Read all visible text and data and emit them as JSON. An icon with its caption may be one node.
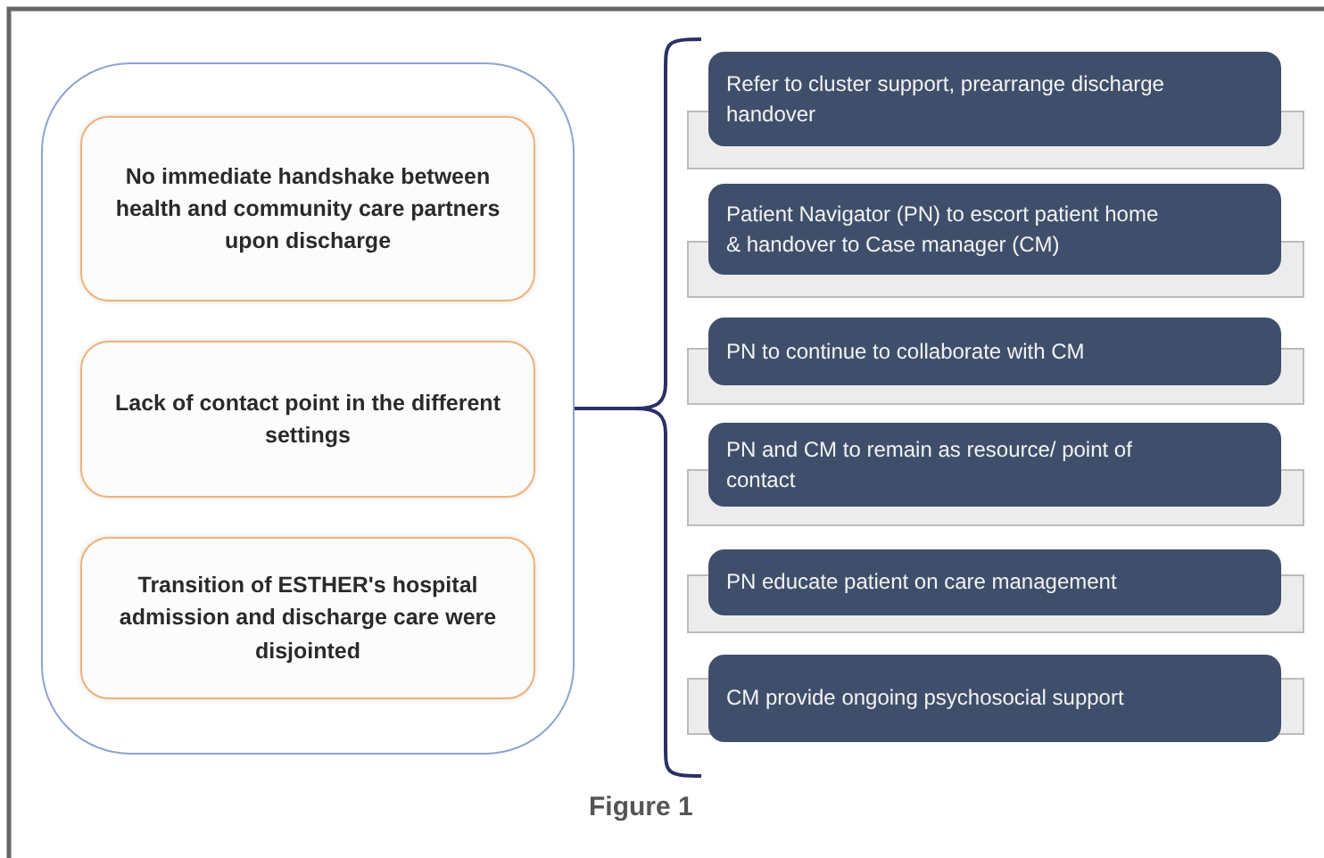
{
  "diagram": {
    "caption": "Figure 1",
    "nodes": [
      {
        "text": [],
        "shape": "box"
      },
      {
        "text": [
          "No immediate handshake between health and community care partners upon discharge"
        ],
        "in": 0
      },
      {
        "text": [
          "Lack of contact point in the different settings"
        ],
        "in": 0
      },
      {
        "text": [
          "Transition of ESTHER's hospital admission and discharge care were disjointed"
        ],
        "in": 0
      },
      {
        "text": [
          "Refer to cluster support, prearrange discharge handover"
        ]
      },
      {
        "text": [
          "Patient Navigator (PN) to escort patient home & handover to Case manager (CM)"
        ]
      },
      {
        "text": [
          "PN to continue to collaborate with CM"
        ]
      },
      {
        "text": [
          "PN and CM to remain as resource/ point of contact"
        ]
      },
      {
        "text": [
          "PN educate patient on care management"
        ]
      },
      {
        "text": [
          "CM provide  ongoing psychosocial support"
        ]
      }
    ],
    "edges": []
  }
}
